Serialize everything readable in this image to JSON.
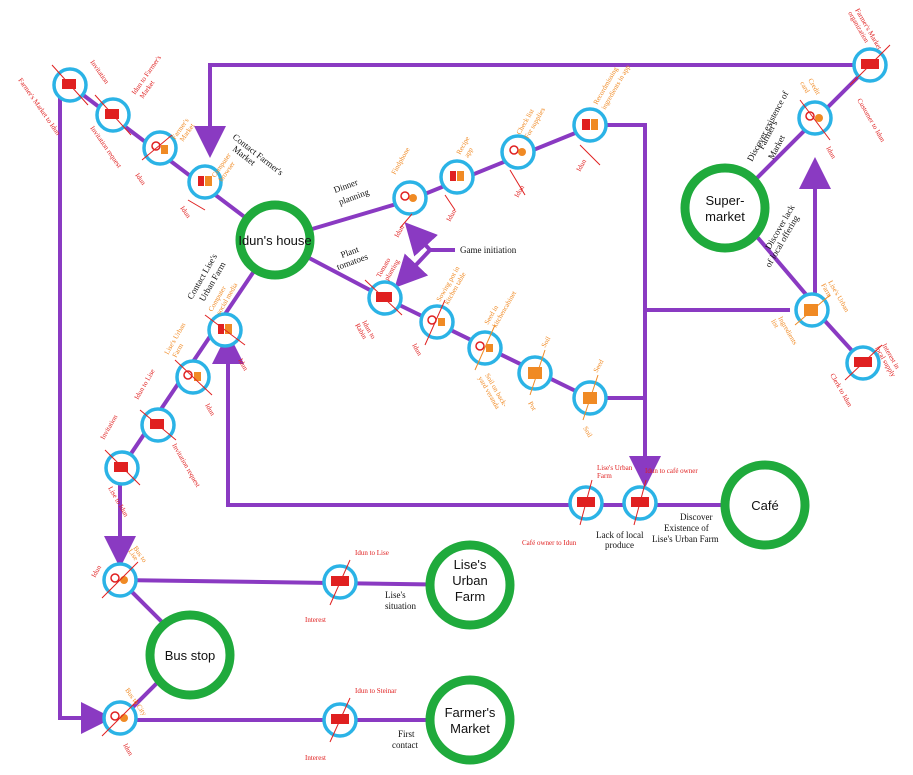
{
  "locations": {
    "iduns_house": "Idun's house",
    "supermarket": [
      "Super-",
      "market"
    ],
    "cafe": "Café",
    "bus_stop": "Bus stop",
    "lises_urban_farm": [
      "Lise's",
      "Urban",
      "Farm"
    ],
    "farmers_market": [
      "Farmer's",
      "Market"
    ]
  },
  "edge_labels": {
    "contact_farmers_market": [
      "Contact Farmer's",
      "Market"
    ],
    "dinner_planning": [
      "Dinner",
      "planning"
    ],
    "game_initiation": "Game initiation",
    "plant_tomatoes": [
      "Plant",
      "tomatoes"
    ],
    "contact_lises_urban_farm": [
      "Contact Lise's",
      "Urban Farm"
    ],
    "discover_existence_farmers_market": [
      "Discover existence of",
      "Farmer's",
      "Market"
    ],
    "discover_lack_local_offering": [
      "Discover lack",
      "of local offering"
    ],
    "discover_existence_lises_urban_farm": [
      "Discover",
      "Existence of",
      "Lise's Urban Farm"
    ],
    "lack_of_local_produce": [
      "Lack of local",
      "produce"
    ],
    "lises_situation": "Lise's",
    "lises_situation_2": "situation",
    "first_contact": [
      "First",
      "contact"
    ]
  },
  "node_labels": {
    "farmers_market_to_idun": "Farmer's Market to Idun",
    "invitation_1": "Invitation",
    "idun_to_farmers_market": [
      "Idun to Farmer's",
      "Market"
    ],
    "invitation_request_1": "Invitation request",
    "farmers_market_label": [
      "Farmer's",
      "Market"
    ],
    "idun_1": "Idun",
    "computer_browser": [
      "Computer",
      "browser"
    ],
    "idun_2": "Idun",
    "findphone": "Findphone",
    "idun_3": "Idun",
    "recipe_app": [
      "Recipe",
      "app"
    ],
    "idun_4": "Idun",
    "check_list_supplies": [
      "Check list",
      "For supplies"
    ],
    "idun_5": "Idun",
    "recordmissing": [
      "Recordmissing",
      "ingredients in app"
    ],
    "idun_6": "Idun",
    "tomato_planting": [
      "Tomato",
      "planting"
    ],
    "idun_to_rabin": [
      "Idun to",
      "Rabin"
    ],
    "sowing_pot": [
      "Sowing pot in",
      "kitchen table"
    ],
    "idun_7": "Idun",
    "seed_in_kitchen": [
      "Seed in",
      "kitchencabinet"
    ],
    "soil_on_backyard": [
      "Soil on back-",
      "yard veranda"
    ],
    "soil_1": "Soil",
    "pot": "Pot",
    "seed_2": "Seed",
    "soil_2": "Soil",
    "computer_social_media": [
      "Computer",
      "social media"
    ],
    "idun_8": "Idun",
    "lises_urban_farm_a": [
      "Lise's Urban",
      "Farm"
    ],
    "idun_to_lise": "Idun to Lise",
    "invitation_2": "Invitation",
    "invitation_request_2": "Invitation request",
    "lise_to_idun": "Lise to Idun",
    "bus_to_lise": [
      "Bus to",
      "Lise"
    ],
    "idun_9": "Idun",
    "idun_to_lise_2": "Idun to Lise",
    "interest_1": "Interest",
    "bus_to_city": "Bus to City",
    "idun_10": "Idun",
    "idun_to_steinar": "Idun to Steinar",
    "interest_2": "Interest",
    "lises_urban_farm_b": [
      "Lise's Urban",
      "Farm"
    ],
    "cafe_owner_to_idun": "Café owner to Idun",
    "idun_to_cafe_owner": "Idun to café owner",
    "farmers_market_organization": [
      "Farmer's Market",
      "organization"
    ],
    "customer_to_idun": "Customer to Idun",
    "credit_card": [
      "Credit",
      "card"
    ],
    "idun_11": "Idun",
    "lises_urban_farm_c": [
      "Lise's Urban",
      "Farm"
    ],
    "ingredients_list": [
      "Ingredients",
      "list"
    ],
    "interest_local_supply": [
      "Interest in",
      "local supply"
    ],
    "clerk_to_idun": "Clerk to Idun"
  },
  "colors": {
    "path": "#8a3ac2",
    "node_ring": "#2bb3e6",
    "location_ring": "#1faa3c",
    "person_icon": "#e02020",
    "object_icon": "#f08a24"
  }
}
